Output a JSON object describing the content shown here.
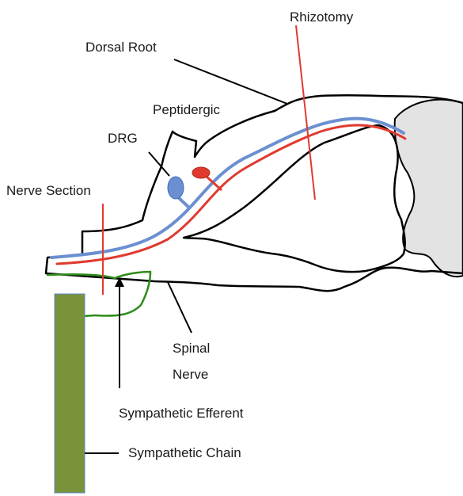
{
  "labels": {
    "rhizotomy": "Rhizotomy",
    "dorsal_root": "Dorsal Root",
    "peptidergic": "Peptidergic",
    "drg": "DRG",
    "nerve_section": "Nerve Section",
    "spinal": "Spinal",
    "nerve": "Nerve",
    "sympathetic_efferent": "Sympathetic Efferent",
    "sympathetic_chain": "Sympathetic Chain"
  },
  "colors": {
    "outline": "#000000",
    "afferent_blue": "#6b8fd0",
    "peptidergic_red": "#e03a2f",
    "efferent_green": "#2e8b1a",
    "chain_fill": "#78933a",
    "chain_border": "#5a8ac6",
    "spinal_cord_fill": "#e3e3e3"
  }
}
